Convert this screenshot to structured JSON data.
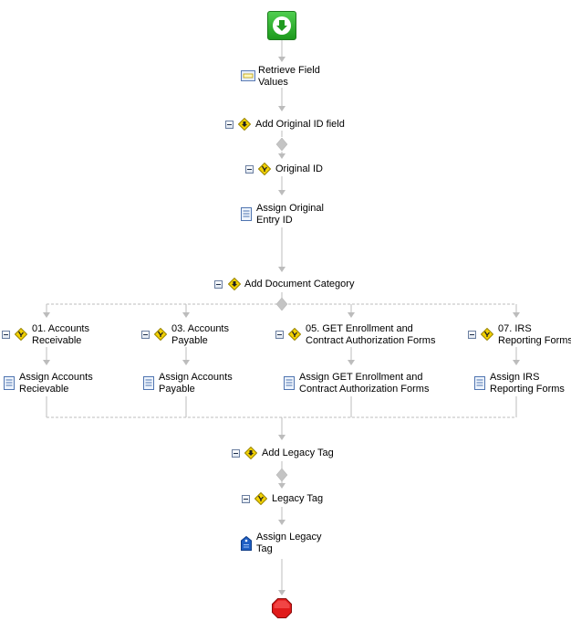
{
  "workflow": {
    "start_icon": "start-arrow-down-icon",
    "end_icon": "stop-octagon-icon",
    "retrieve": {
      "label_line1": "Retrieve Field",
      "label_line2": "Values",
      "icon": "form-field-icon"
    },
    "add_original_id": {
      "label": "Add Original ID field",
      "icon": "conditional-diamond-icon"
    },
    "original_id": {
      "label": "Original ID",
      "icon": "rule-diamond-icon"
    },
    "assign_original": {
      "label_line1": "Assign Original",
      "label_line2": "Entry ID",
      "icon": "document-icon"
    },
    "add_doc_category": {
      "label": "Add Document Category",
      "icon": "conditional-diamond-icon"
    },
    "branches": [
      {
        "rule_line1": "01. Accounts",
        "rule_line2": "Receivable",
        "assign_line1": "Assign Accounts",
        "assign_line2": "Recievable"
      },
      {
        "rule_line1": "03. Accounts",
        "rule_line2": "Payable",
        "assign_line1": "Assign Accounts",
        "assign_line2": "Payable"
      },
      {
        "rule_line1": "05. GET Enrollment and",
        "rule_line2": "Contract Authorization Forms",
        "assign_line1": "Assign GET Enrollment and",
        "assign_line2": "Contract Authorization Forms"
      },
      {
        "rule_line1": "07. IRS",
        "rule_line2": "Reporting Forms",
        "assign_line1": "Assign IRS",
        "assign_line2": "Reporting Forms"
      }
    ],
    "add_legacy_tag": {
      "label": "Add Legacy Tag",
      "icon": "conditional-diamond-icon"
    },
    "legacy_tag": {
      "label": "Legacy Tag",
      "icon": "rule-diamond-icon"
    },
    "assign_legacy": {
      "label_line1": "Assign Legacy",
      "label_line2": "Tag",
      "icon": "tag-icon"
    }
  },
  "colors": {
    "connector": "#b9b9b9",
    "start_green": "#2aa82a",
    "stop_red": "#e01a1a",
    "diamond_yellow": "#f2d100"
  }
}
